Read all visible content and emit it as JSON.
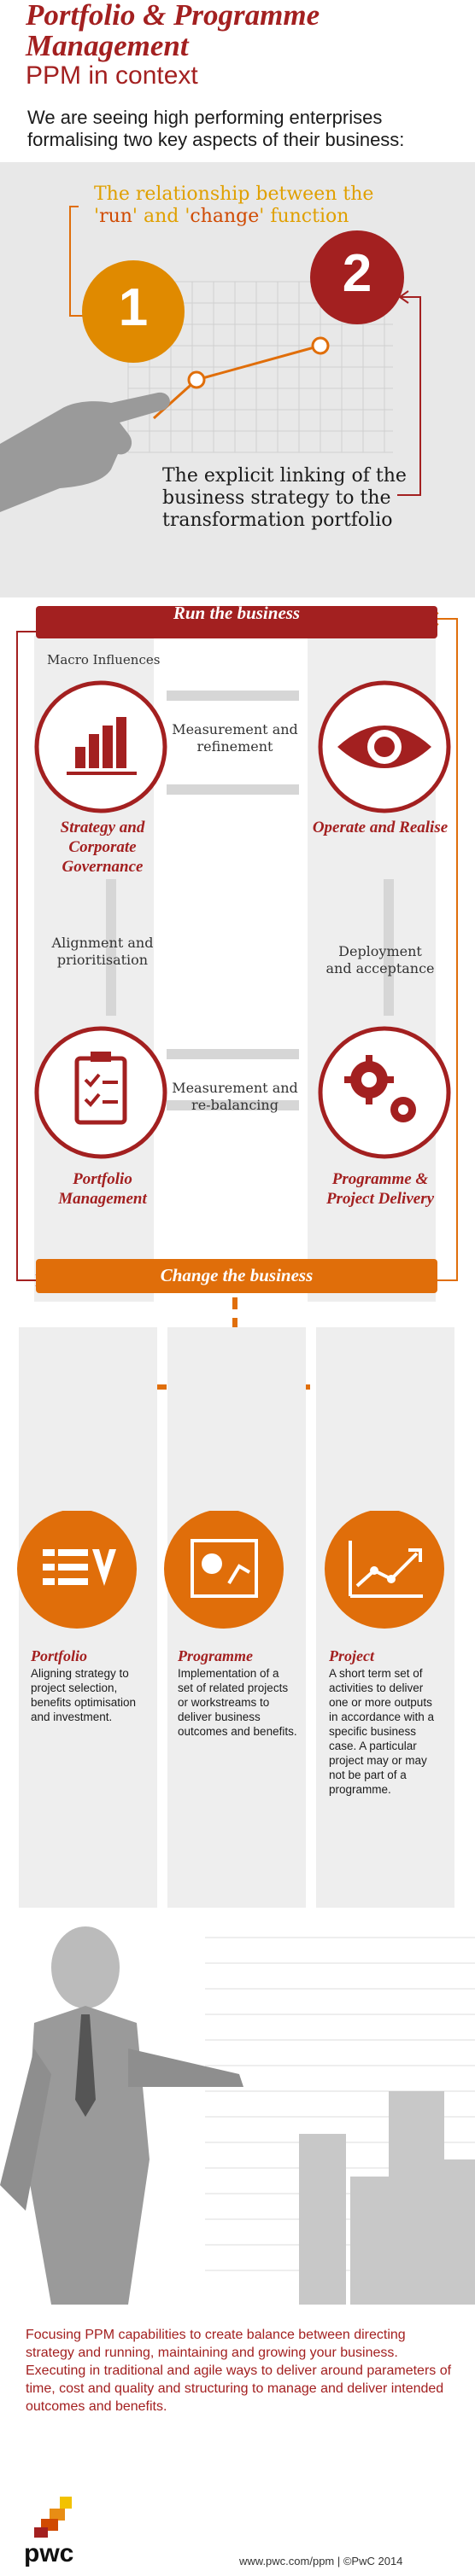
{
  "header": {
    "title": "Portfolio & Programme Management",
    "subtitle": "PPM in context",
    "intro": "We are seeing high performing enterprises formalising two key aspects of their business:"
  },
  "aspects": {
    "relationship_pre": "The relationship between the",
    "run_word": "run",
    "and_word": "and",
    "change_word": "change",
    "function_word": "function",
    "explicit": "The explicit linking of the business strategy to the transformation portfolio",
    "num1": "1",
    "num2": "2"
  },
  "flow": {
    "run_label": "Run the business",
    "change_label": "Change the business",
    "macro": "Macro Influences",
    "meas_refine": "Measurement and refinement",
    "align": "Alignment and prioritisation",
    "deploy": "Deployment and acceptance",
    "meas_rebal": "Measurement and re-balancing",
    "strategy": "Strategy and Corporate Governance",
    "operate": "Operate and Realise",
    "portfolio": "Portfolio Management",
    "programme": "Programme & Project Delivery"
  },
  "columns": [
    {
      "title": "Portfolio",
      "desc": "Aligning strategy to project selection, benefits optimisation and investment."
    },
    {
      "title": "Programme",
      "desc": "Implementation of a set of related projects or workstreams to deliver business outcomes and benefits."
    },
    {
      "title": "Project",
      "desc": "A short term set of activities to deliver one or more outputs in accordance with a specific business case. A particular project may or may not be part of a programme."
    }
  ],
  "footer": {
    "summary": "Focusing PPM capabilities to create balance between directing strategy and running, maintaining and growing your business. Executing in traditional and agile ways to deliver around parameters of time, cost and quality and structuring to manage and deliver intended outcomes and benefits.",
    "logo": "pwc",
    "links": "www.pwc.com/ppm  |  ©PwC 2014"
  },
  "colors": {
    "brand_red": "#a32020",
    "brand_orange": "#e06e0a",
    "accent_gold": "#e0a000"
  }
}
